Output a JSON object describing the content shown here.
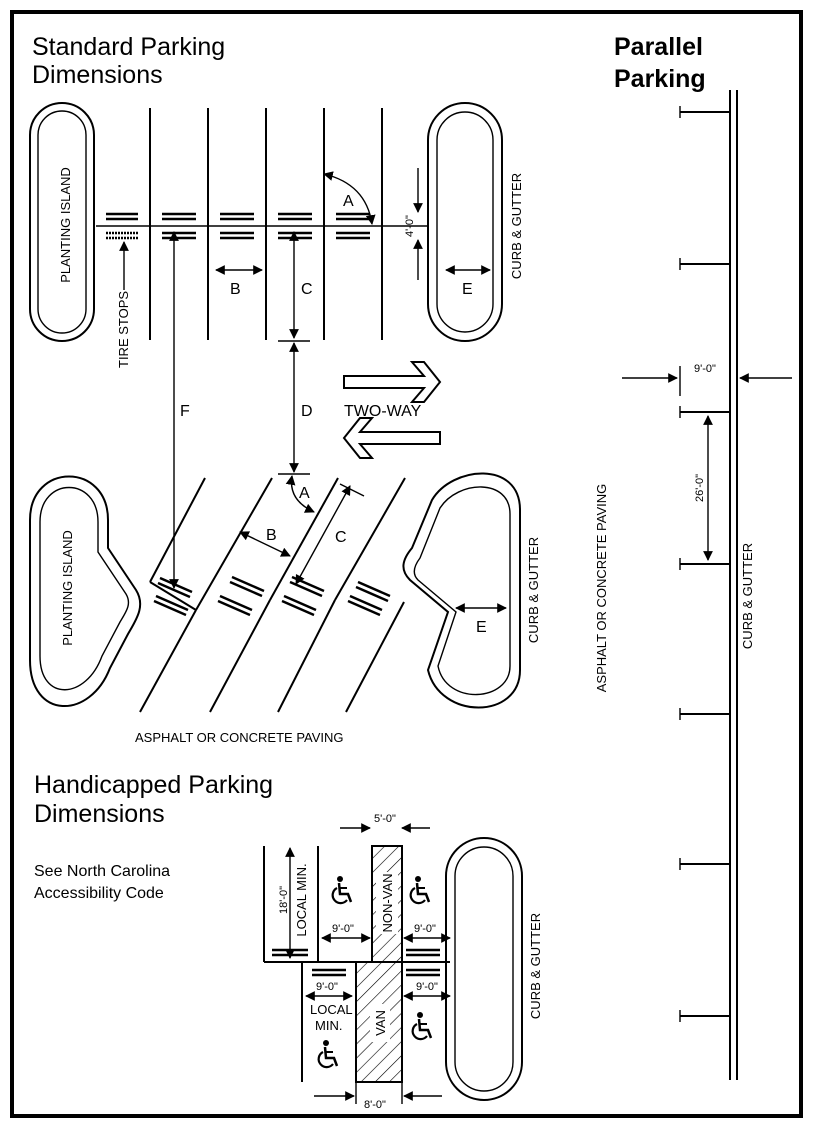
{
  "standard": {
    "title_line1": "Standard Parking",
    "title_line2": "Dimensions",
    "planting_island": "PLANTING ISLAND",
    "curb_gutter": "CURB & GUTTER",
    "tire_stops": "TIRE STOPS",
    "dim_4ft": "4'-0\"",
    "label_a": "A",
    "label_b": "B",
    "label_c": "C",
    "label_d": "D",
    "label_e": "E",
    "label_f": "F",
    "two_way": "TWO-WAY",
    "paving": "ASPHALT OR CONCRETE PAVING"
  },
  "parallel": {
    "title_line1": "Parallel",
    "title_line2": "Parking",
    "dim_9ft": "9'-0\"",
    "dim_26ft": "26'-0\"",
    "paving": "ASPHALT OR CONCRETE PAVING",
    "curb_gutter": "CURB & GUTTER"
  },
  "handicapped": {
    "title_line1": "Handicapped Parking",
    "title_line2": "Dimensions",
    "note_line1": "See North Carolina",
    "note_line2": "Accessibility Code",
    "dim_5ft": "5'-0\"",
    "dim_18ft": "18'-0\"",
    "local_min": "LOCAL MIN.",
    "non_van": "NON-VAN",
    "dim_9ft_a": "9'-0\"",
    "dim_9ft_b": "9'-0\"",
    "dim_9ft_c": "9'-0\"",
    "dim_9ft_d": "9'-0\"",
    "local_line1": "LOCAL",
    "local_line2": "MIN.",
    "van": "VAN",
    "dim_8ft": "8'-0\"",
    "curb_gutter": "CURB & GUTTER"
  },
  "icons": {
    "wheelchair": "wheelchair-icon",
    "arrow": "arrow-icon"
  }
}
